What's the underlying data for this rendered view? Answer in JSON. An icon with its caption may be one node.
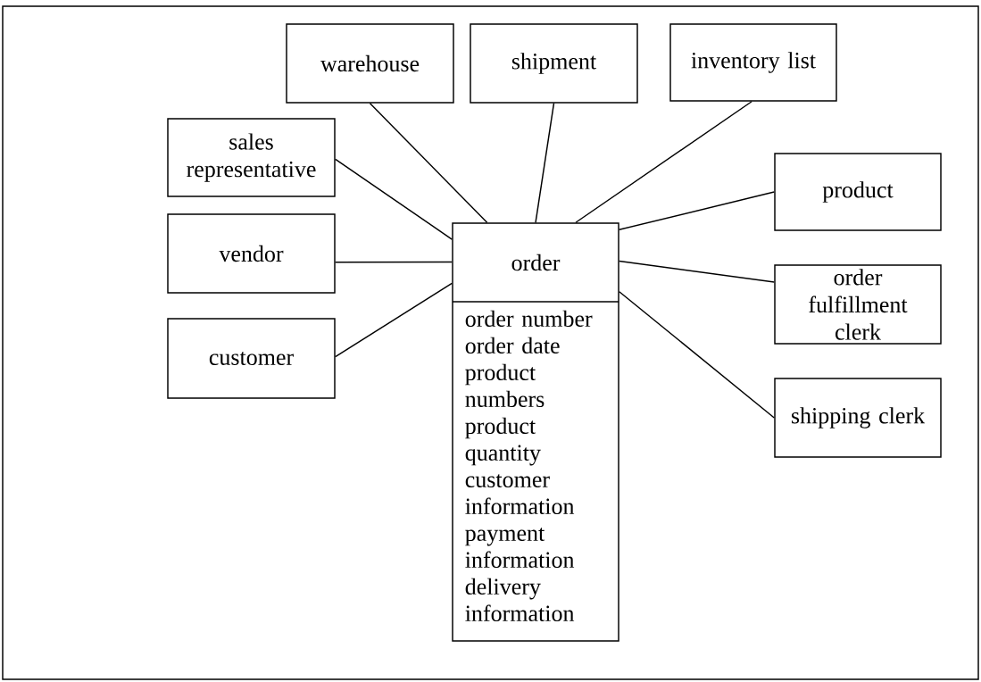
{
  "diagram": {
    "nodes": [
      {
        "text": [
          "warehouse"
        ]
      },
      {
        "text": [
          "shipment"
        ]
      },
      {
        "text": [
          "inventory list"
        ]
      },
      {
        "text": [
          "sales representative"
        ]
      },
      {
        "text": [
          "product"
        ]
      },
      {
        "text": [
          "vendor"
        ]
      },
      {
        "text": [
          "order",
          "order number",
          "order date",
          "product numbers",
          "product quantity",
          "customer information",
          "payment information",
          "delivery information"
        ]
      },
      {
        "text": [
          "order fulfillment clerk"
        ]
      },
      {
        "text": [
          "customer"
        ]
      },
      {
        "text": [
          "shipping clerk"
        ]
      }
    ],
    "edges": [
      {
        "from": 6,
        "to": 0,
        "arrow": "none"
      },
      {
        "from": 6,
        "to": 1,
        "arrow": "none"
      },
      {
        "from": 6,
        "to": 2,
        "arrow": "none"
      },
      {
        "from": 6,
        "to": 3,
        "arrow": "none"
      },
      {
        "from": 6,
        "to": 4,
        "arrow": "none"
      },
      {
        "from": 6,
        "to": 5,
        "arrow": "none"
      },
      {
        "from": 6,
        "to": 7,
        "arrow": "none"
      },
      {
        "from": 6,
        "to": 8,
        "arrow": "none"
      },
      {
        "from": 6,
        "to": 9,
        "arrow": "none"
      }
    ]
  }
}
